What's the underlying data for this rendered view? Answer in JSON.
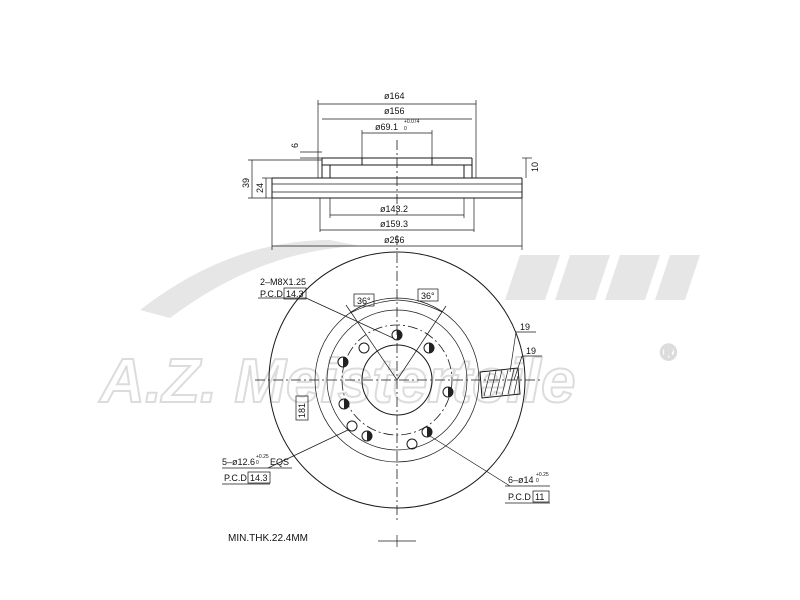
{
  "watermark": {
    "text": "A.Z. Meisterteile",
    "mark": "®"
  },
  "side_view": {
    "dims": {
      "d164": "ø164",
      "d156": "ø156",
      "d69": "ø69.1",
      "d69_tol": "+0.074",
      "d69_tol2": "0",
      "d6": "6",
      "d10": "10",
      "d39": "39",
      "d24": "24",
      "d143": "ø143.2",
      "d159": "ø159.3",
      "d256": "ø256"
    }
  },
  "front_view": {
    "angle_left": "36°",
    "angle_right": "36°",
    "label_vertical": "181",
    "thread_label": "2–M8X1.25",
    "thread_pcd_label": "P.C.D",
    "thread_pcd_value": "14.3",
    "holes5_label": "5–ø12.6",
    "holes5_tol": "+0.25",
    "holes5_tol2": "0",
    "holes5_suffix": "EQS",
    "holes5_pcd_label": "P.C.D",
    "holes5_pcd_value": "14.3",
    "holes6_label": "6–ø14",
    "holes6_tol": "+0.25",
    "holes6_tol2": "0",
    "holes6_pcd_label": "P.C.D",
    "holes6_pcd_value": "11",
    "vent_a": "19",
    "vent_b": "19"
  },
  "min_thickness": "MIN.THK.22.4MM"
}
